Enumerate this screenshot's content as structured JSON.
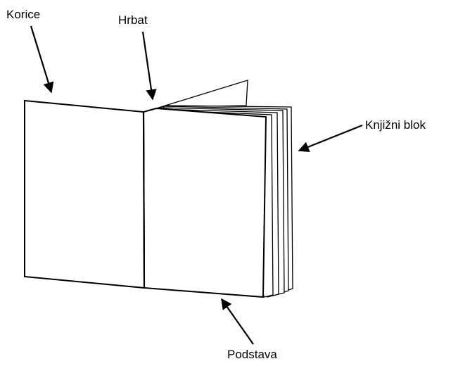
{
  "labels": {
    "cover": "Korice",
    "spine": "Hrbat",
    "book_block": "Knjižni blok",
    "endpaper": "Podstava"
  },
  "colors": {
    "line": "#000000",
    "background": "#ffffff"
  }
}
